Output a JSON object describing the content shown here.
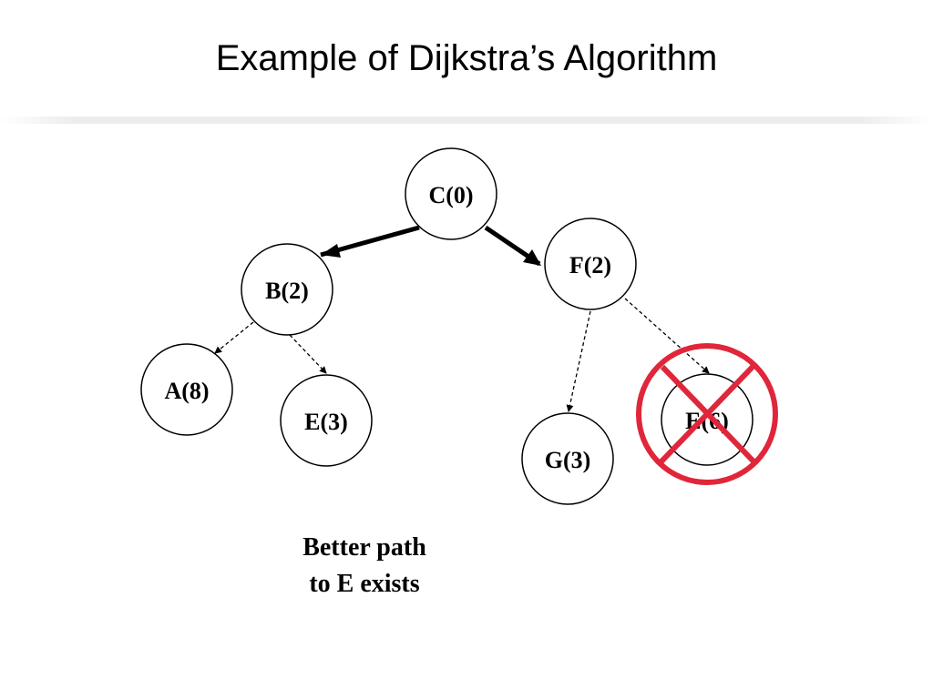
{
  "title": "Example of Dijkstra’s Algorithm",
  "colors": {
    "node_stroke": "#000000",
    "cross_out": "#e0263a",
    "header_rule": "#ececec"
  },
  "nodes": [
    {
      "id": "C",
      "label": "C(0)"
    },
    {
      "id": "B",
      "label": "B(2)"
    },
    {
      "id": "F",
      "label": "F(2)"
    },
    {
      "id": "A",
      "label": "A(8)"
    },
    {
      "id": "E1",
      "label": "E(3)"
    },
    {
      "id": "G",
      "label": "G(3)"
    },
    {
      "id": "E2",
      "label": "E(6)",
      "crossed_out": true
    }
  ],
  "edges": [
    {
      "from": "C",
      "to": "B",
      "style": "solid-bold"
    },
    {
      "from": "C",
      "to": "F",
      "style": "solid-bold"
    },
    {
      "from": "B",
      "to": "A",
      "style": "dashed"
    },
    {
      "from": "B",
      "to": "E1",
      "style": "dashed"
    },
    {
      "from": "F",
      "to": "G",
      "style": "dashed"
    },
    {
      "from": "F",
      "to": "E2",
      "style": "dashed"
    }
  ],
  "note": {
    "line1": "Better path",
    "line2": "to E exists"
  }
}
